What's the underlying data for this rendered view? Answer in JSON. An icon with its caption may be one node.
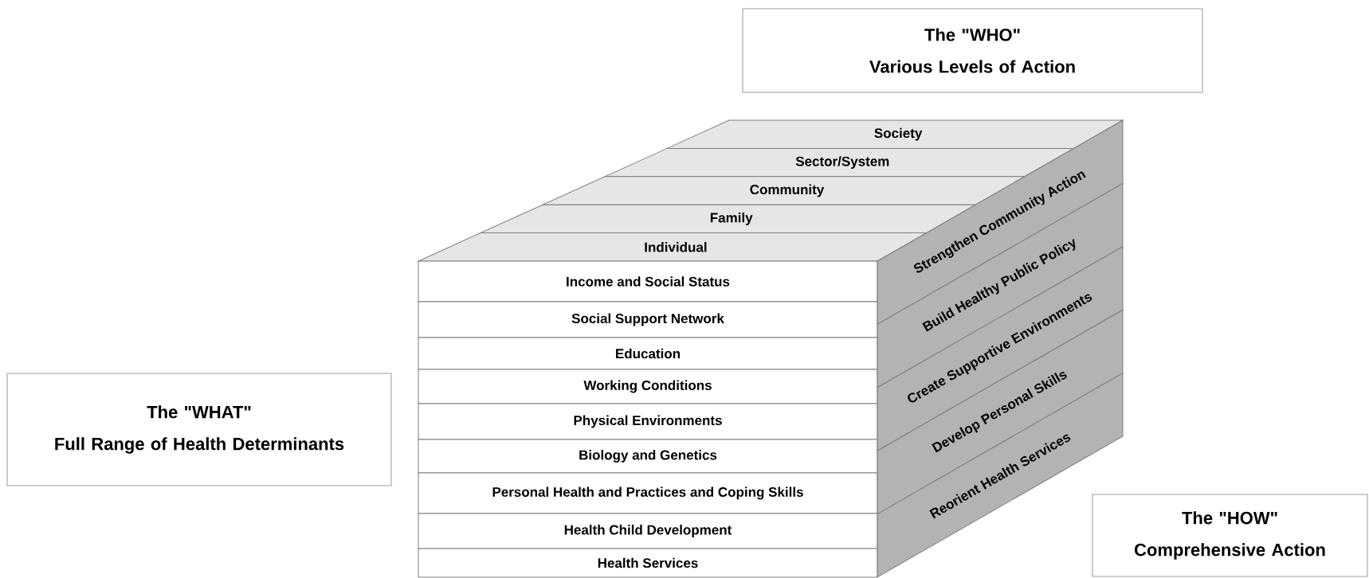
{
  "diagram": {
    "nodes": [
      {
        "text": [
          "The \"WHO\"",
          "Various Levels of Action"
        ]
      },
      {
        "text": [
          "Society"
        ]
      },
      {
        "text": [
          "Sector/System"
        ]
      },
      {
        "text": [
          "Community"
        ]
      },
      {
        "text": [
          "Family"
        ]
      },
      {
        "text": [
          "Individual"
        ]
      },
      {
        "text": [
          "Income and Social Status"
        ]
      },
      {
        "text": [
          "Social Support Network"
        ]
      },
      {
        "text": [
          "Education"
        ]
      },
      {
        "text": [
          "Working Conditions"
        ]
      },
      {
        "text": [
          "Physical Environments"
        ]
      },
      {
        "text": [
          "Biology and Genetics"
        ]
      },
      {
        "text": [
          "Personal Health and Practices and Coping Skills"
        ]
      },
      {
        "text": [
          "Health Child Development"
        ]
      },
      {
        "text": [
          "Health Services"
        ]
      },
      {
        "text": [
          "Strengthen Community Action"
        ]
      },
      {
        "text": [
          "Build Healthy Public Policy"
        ]
      },
      {
        "text": [
          "Create Supportive Environments"
        ]
      },
      {
        "text": [
          "Develop Personal Skills"
        ]
      },
      {
        "text": [
          "Reorient Health Services"
        ]
      },
      {
        "text": [
          "The \"WHAT\"",
          "Full Range of Health Determinants"
        ]
      },
      {
        "text": [
          "The \"HOW\"",
          "Comprehensive Action"
        ]
      }
    ]
  }
}
